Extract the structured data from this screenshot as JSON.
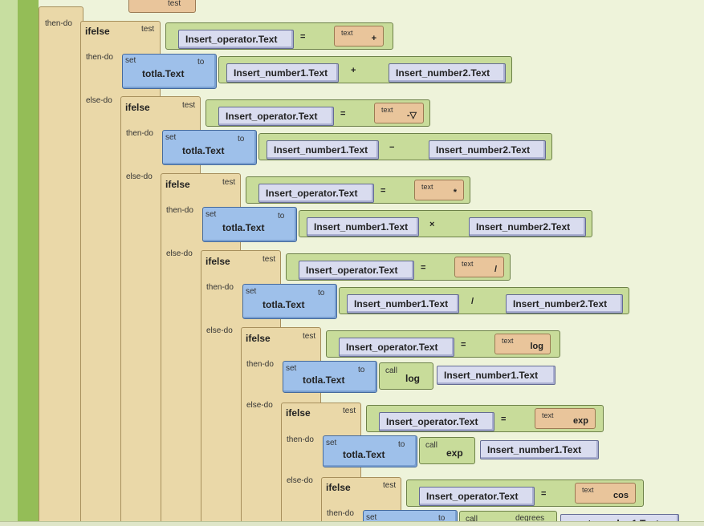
{
  "blocks": {
    "test_label": "test",
    "then_label": "then-do",
    "else_label": "else-do",
    "ifelse_label": "ifelse",
    "set_label": "set",
    "to_label": "to",
    "text_label": "text",
    "call_label": "call",
    "var_operator": "Insert_operator.Text",
    "var_n1": "Insert_number1.Text",
    "var_n2": "Insert_number2.Text",
    "target": "totla.Text",
    "eq": "=",
    "ops": {
      "plus": "+",
      "minus": "-▽",
      "minus_mid": "−",
      "times_text": "*",
      "times_mid": "×",
      "div": "/",
      "log": "log",
      "exp": "exp",
      "cos": "cos",
      "degrees": "degrees"
    },
    "bottom_partial": "nsert_number1.Text"
  },
  "colors": {
    "control": "#ead8a8",
    "logic_socket": "#bccf92",
    "property": "#d9dcef",
    "setter": "#9ec0ea",
    "text_block": "#e9c59b",
    "workspace": "#eef3da",
    "left_rail": "#94bd57"
  }
}
